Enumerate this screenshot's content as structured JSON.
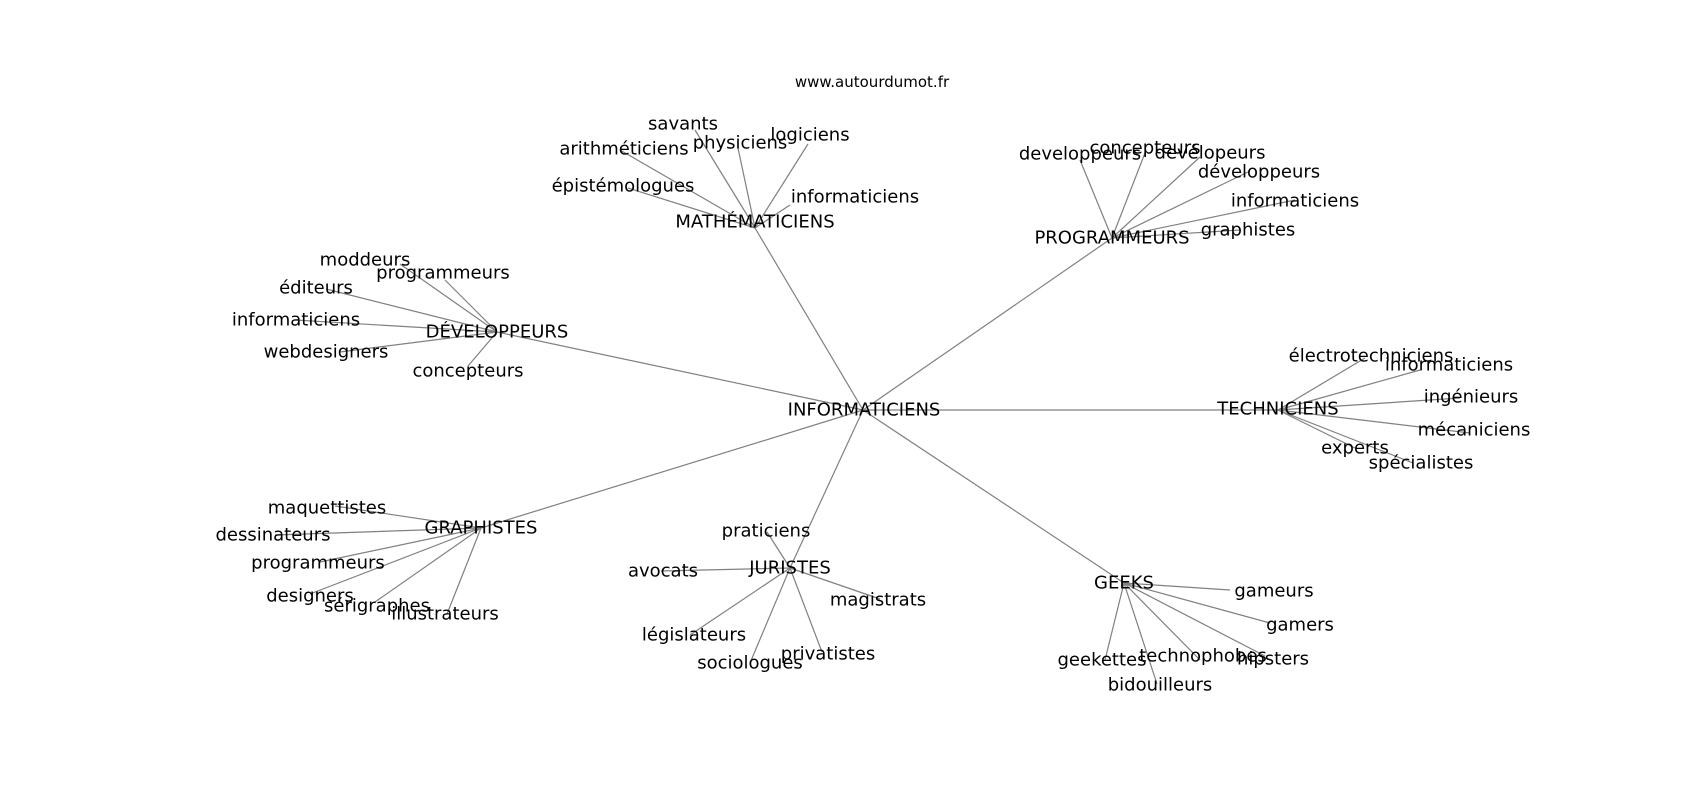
{
  "watermark": "www.autourdumot.fr",
  "colors": {
    "edge": "#808080",
    "text": "#000000",
    "background": "#ffffff"
  },
  "center": "INFORMATICIENS",
  "groups": [
    {
      "name": "MATHÉMATICIENS",
      "terms": [
        "savants",
        "physiciens",
        "logiciens",
        "arithméticiens",
        "épistémologues",
        "informaticiens"
      ]
    },
    {
      "name": "PROGRAMMEURS",
      "terms": [
        "concepteurs",
        "developpeurs",
        "devélopeurs",
        "développeurs",
        "informaticiens",
        "graphistes"
      ]
    },
    {
      "name": "DÉVELOPPEURS",
      "terms": [
        "moddeurs",
        "programmeurs",
        "éditeurs",
        "informaticiens",
        "webdesigners",
        "concepteurs"
      ]
    },
    {
      "name": "TECHNICIENS",
      "terms": [
        "électrotechniciens",
        "informaticiens",
        "ingénieurs",
        "mécaniciens",
        "experts",
        "spécialistes"
      ]
    },
    {
      "name": "GRAPHISTES",
      "terms": [
        "maquettistes",
        "dessinateurs",
        "programmeurs",
        "designers",
        "sérigraphes",
        "illustrateurs"
      ]
    },
    {
      "name": "JURISTES",
      "terms": [
        "praticiens",
        "avocats",
        "magistrats",
        "législateurs",
        "sociologues",
        "privatistes"
      ]
    },
    {
      "name": "GEEKS",
      "terms": [
        "gameurs",
        "gamers",
        "hipsters",
        "technophobes",
        "geekettes",
        "bidouilleurs"
      ]
    }
  ]
}
